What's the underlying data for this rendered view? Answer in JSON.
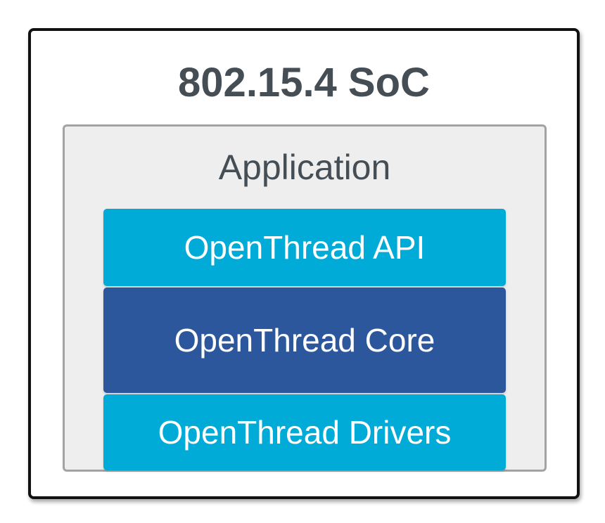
{
  "diagram": {
    "soc_title": "802.15.4 SoC",
    "application_label": "Application",
    "layers": [
      {
        "label": "OpenThread API",
        "color": "#00acd7"
      },
      {
        "label": "OpenThread Core",
        "color": "#2c579c"
      },
      {
        "label": "OpenThread Drivers",
        "color": "#00acd7"
      }
    ]
  }
}
